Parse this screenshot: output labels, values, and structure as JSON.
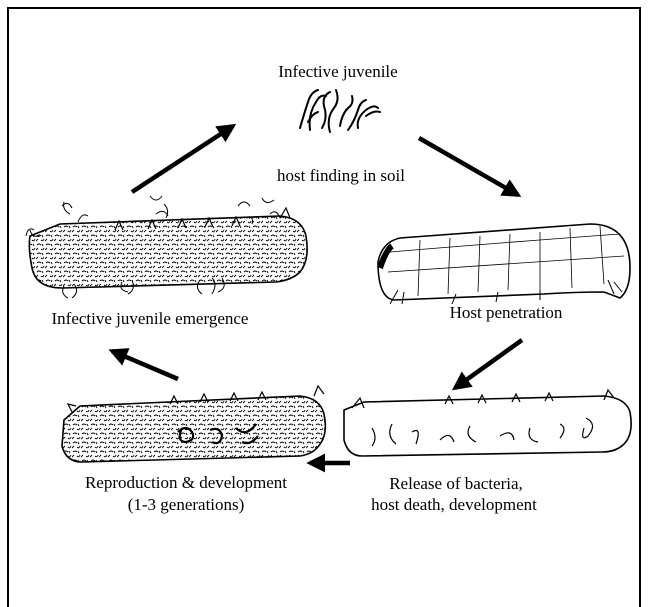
{
  "diagram": {
    "labels": {
      "infective_juvenile": "Infective juvenile",
      "host_finding": "host finding in soil",
      "host_penetration": "Host penetration",
      "release_line1": "Release of bacteria,",
      "release_line2": "host death, development",
      "reproduction_line1": "Reproduction & development",
      "reproduction_line2": "(1-3  generations)",
      "emergence": "Infective juvenile emergence"
    },
    "colors": {
      "ink": "#000000",
      "background": "#ffffff"
    }
  }
}
